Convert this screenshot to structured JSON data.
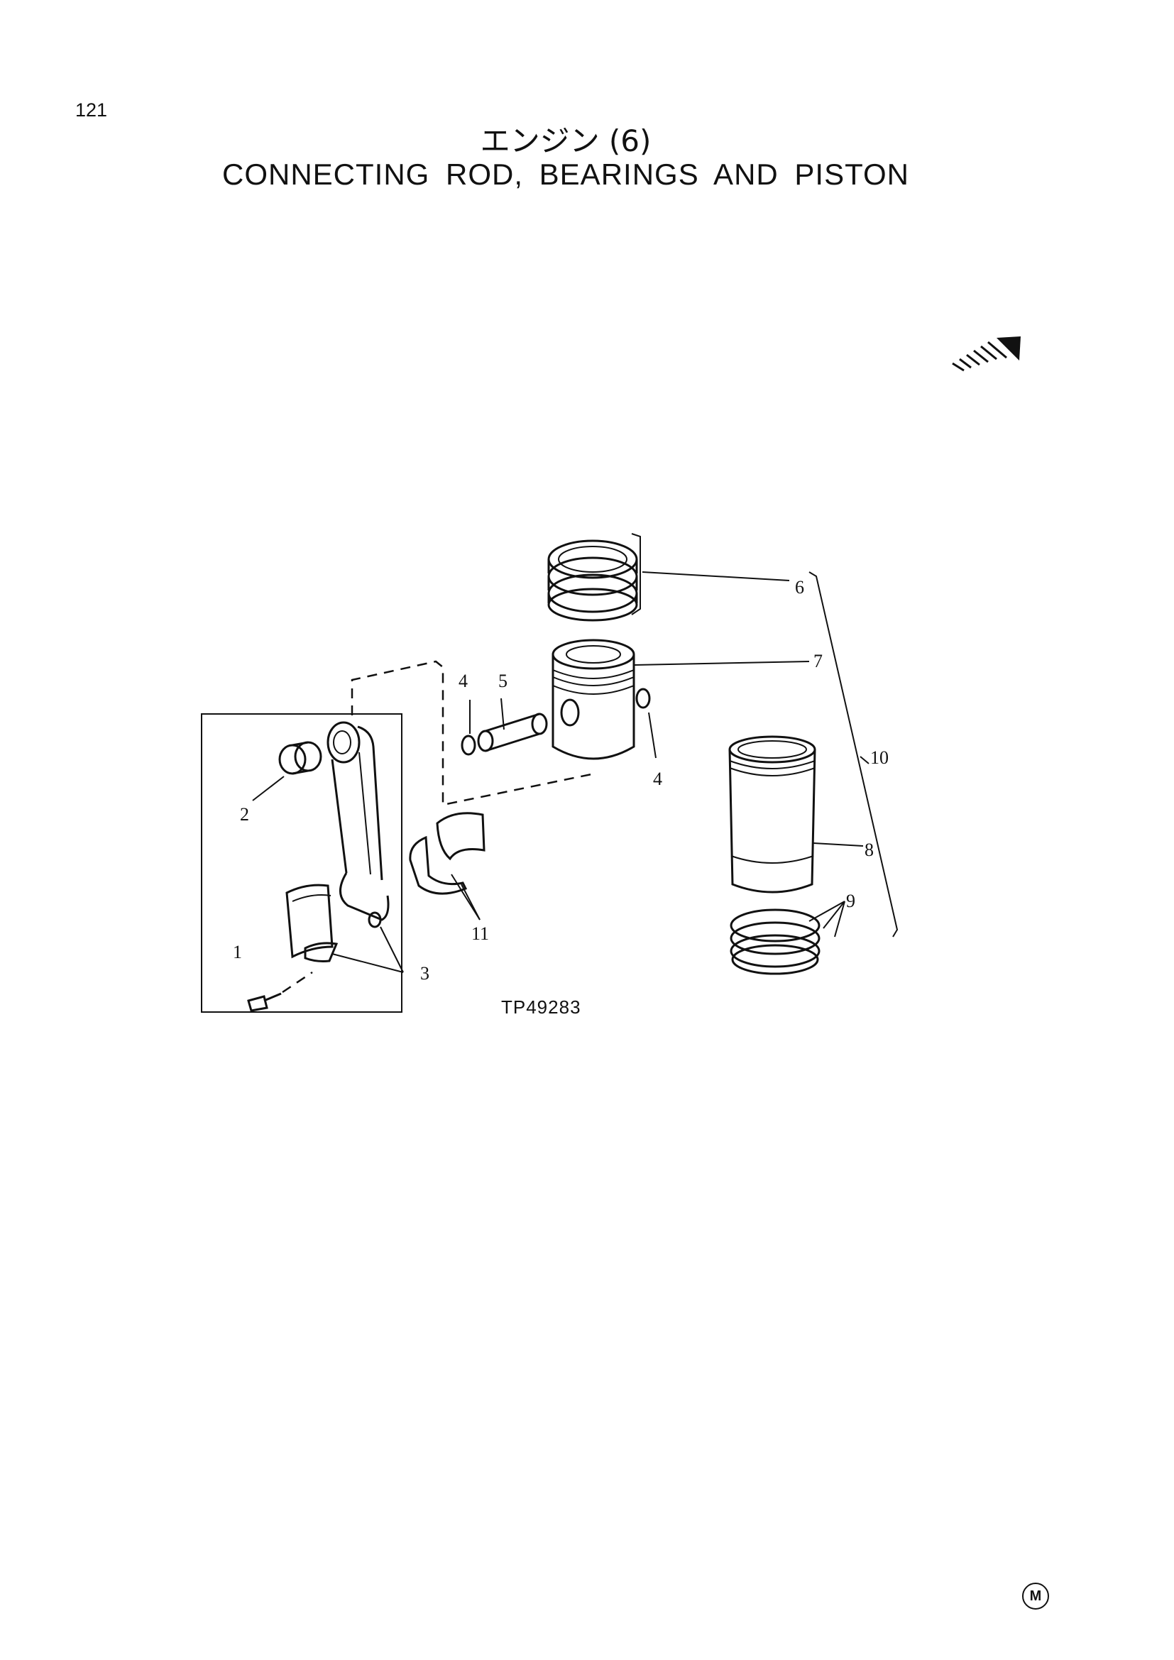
{
  "page": {
    "number": "121"
  },
  "title": {
    "japanese": "エンジン (6)",
    "english": "CONNECTING ROD, BEARINGS AND PISTON"
  },
  "figure": {
    "code": "TP49283",
    "callouts": [
      "1",
      "2",
      "3",
      "4",
      "4",
      "5",
      "6",
      "7",
      "8",
      "9",
      "10",
      "11"
    ]
  },
  "footer": {
    "mark": "M"
  },
  "icons": {
    "direction": "direction-arrow-icon"
  }
}
